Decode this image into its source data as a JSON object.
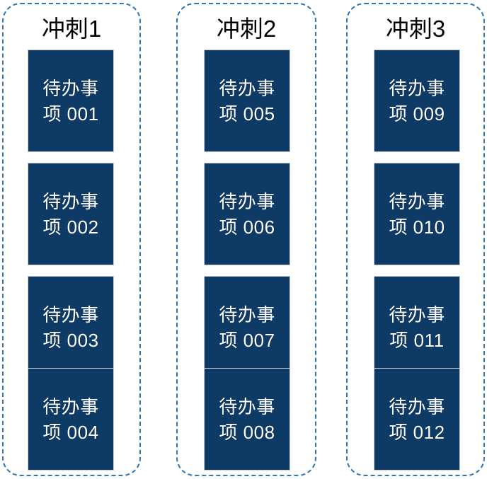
{
  "board": {
    "background_color": "#ffffff",
    "column_border_color": "#2E75B6",
    "card_fill_color": "#0E3A66",
    "card_text_color": "#FFFFFF",
    "title_text_color": "#000000"
  },
  "columns": [
    {
      "title": "冲刺1",
      "cards": [
        {
          "line1": "待办事",
          "line2": "项 001"
        },
        {
          "line1": "待办事",
          "line2": "项 002"
        },
        {
          "line1": "待办事",
          "line2": "项 003"
        },
        {
          "line1": "待办事",
          "line2": "项 004"
        }
      ]
    },
    {
      "title": "冲刺2",
      "cards": [
        {
          "line1": "待办事",
          "line2": "项 005"
        },
        {
          "line1": "待办事",
          "line2": "项 006"
        },
        {
          "line1": "待办事",
          "line2": "项 007"
        },
        {
          "line1": "待办事",
          "line2": "项 008"
        }
      ]
    },
    {
      "title": "冲刺3",
      "cards": [
        {
          "line1": "待办事",
          "line2": "项 009"
        },
        {
          "line1": "待办事",
          "line2": "项 010"
        },
        {
          "line1": "待办事",
          "line2": "项 011"
        },
        {
          "line1": "待办事",
          "line2": "项 012"
        }
      ]
    }
  ]
}
